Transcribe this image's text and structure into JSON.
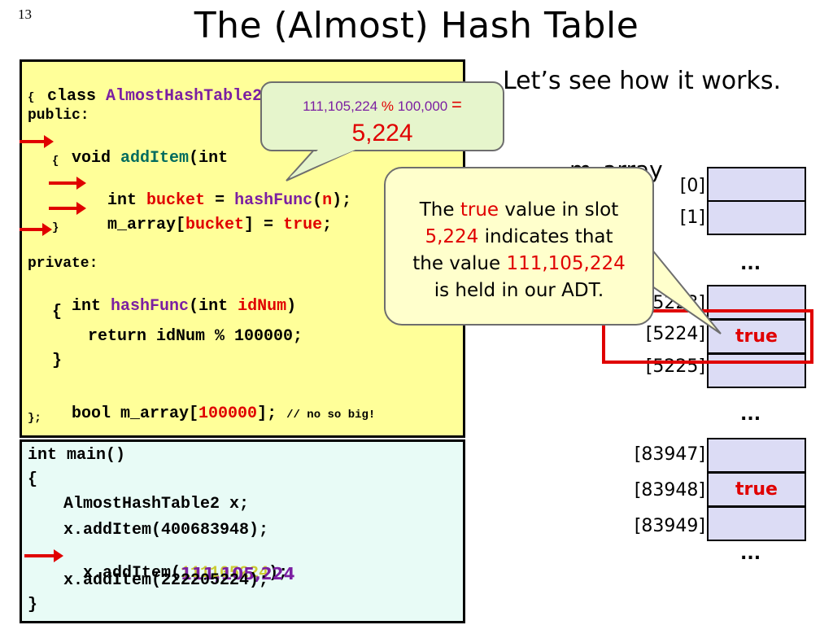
{
  "slide": {
    "number": "13",
    "title": "The (Almost) Hash Table",
    "intro": "Let’s see how it works."
  },
  "class_code": {
    "l1_kw": "class",
    "l1_name": "AlmostHashTable2",
    "l2": "{",
    "l3": "public:",
    "l4_a": "void",
    "l4_b": "addItem",
    "l4_c": "(int",
    "l5": "{",
    "l6_a": "int",
    "l6_b": "bucket",
    "l6_c": "=",
    "l6_d": "hashFunc",
    "l6_e": "(",
    "l6_f": "n",
    "l6_g": ");",
    "l7_a": "m_array[",
    "l7_b": "bucket",
    "l7_c": "] =",
    "l7_d": "true",
    "l7_e": ";",
    "l8": "}",
    "l9": "private:",
    "l10_a": "int",
    "l10_b": "hashFunc",
    "l10_c": "(int",
    "l10_d": "idNum",
    "l10_e": ")",
    "l11": "{",
    "l12": "return idNum % 100000;",
    "l13": "}",
    "l14_a": "bool m_array[",
    "l14_b": "100000",
    "l14_c": "];",
    "l14_comment": "// no so big!",
    "l15": "};"
  },
  "main_code": {
    "l1": "int main()",
    "l2": "{",
    "l3": "AlmostHashTable2 x;",
    "l4": "x.addItem(400683948);",
    "l5_a": "x.addItem(",
    "l5_b": "111105224",
    "l5_overlay": "111,105,224",
    "l5_c": ");",
    "l6": "x.addItem(222205224);",
    "l7": "}"
  },
  "callout_calc": {
    "operand": "111,105,224",
    "op": "%",
    "divisor": "100,000",
    "eq": "=",
    "result": "5,224"
  },
  "callout_explain": {
    "p1": "The",
    "p2": "true",
    "p3": "value in slot",
    "p4": "5,224",
    "p5": "indicates that",
    "p6": "the value",
    "p7": "111,105,224",
    "p8": "is held in our ADT."
  },
  "array": {
    "label": "m_array",
    "ellipsis": "...",
    "rows": [
      {
        "index": "[0]",
        "value": ""
      },
      {
        "index": "[1]",
        "value": ""
      },
      {
        "index": "[5223]",
        "value": ""
      },
      {
        "index": "[5224]",
        "value": "true"
      },
      {
        "index": "[5225]",
        "value": ""
      },
      {
        "index": "[83947]",
        "value": ""
      },
      {
        "index": "[83948]",
        "value": "true"
      },
      {
        "index": "[83949]",
        "value": ""
      }
    ]
  },
  "colors": {
    "code_box": "#ffff99",
    "main_box": "#e8fbf6",
    "cell": "#dcdcf5",
    "accent": "#e00000",
    "keyword_purple": "#7b1fa2",
    "keyword_teal": "#006b5e"
  }
}
